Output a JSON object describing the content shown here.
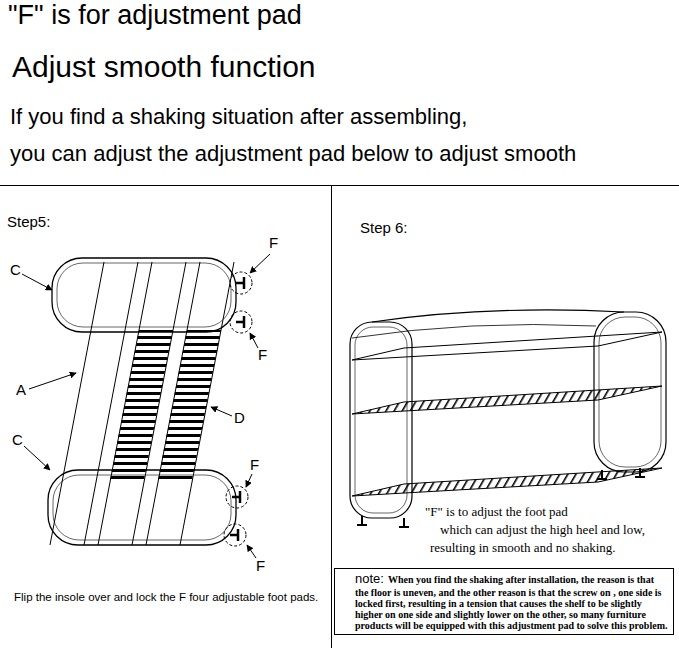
{
  "diagram": {
    "title": "\"F\" is for adjustment pad",
    "nodes": [
      {
        "text": [
          "Step5:",
          "Flip the insole over and lock the F four adjustable foot pads."
        ]
      },
      {
        "text": [
          "Step 6:"
        ]
      },
      {
        "text": [
          "note:",
          "When you find the shaking after installation, the reason is that the floor is uneven, and the other reason is that the screw on , one side is locked first, resulting in a tension that causes the shelf to be slightly higher on one side and slightly lower on the other, so many furniture products will be equipped with this adjustment pad to solve this problem."
        ],
        "in": 1
      }
    ],
    "labels": [
      "Adjust smooth function",
      "If you find a shaking situation after assembling,",
      "you can adjust the adjustment pad below to adjust smooth",
      "F",
      "C",
      "F",
      "A",
      "D",
      "C",
      "F",
      "F",
      "\"F\" is to adjust the foot pad",
      "which can adjust the high heel and low,",
      "resulting in smooth and no shaking."
    ]
  }
}
